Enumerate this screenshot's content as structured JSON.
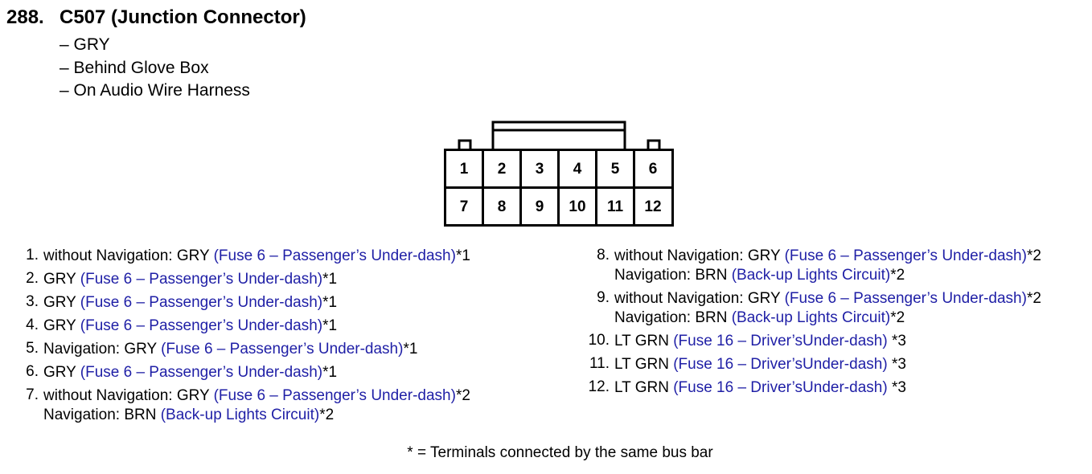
{
  "header": {
    "number": "288.",
    "title": "C507 (Junction Connector)",
    "details": [
      "– GRY",
      "– Behind Glove Box",
      "– On Audio Wire Harness"
    ]
  },
  "connector": {
    "top_row": [
      "1",
      "2",
      "3",
      "4",
      "5",
      "6"
    ],
    "bottom_row": [
      "7",
      "8",
      "9",
      "10",
      "11",
      "12"
    ]
  },
  "terminals_left": [
    {
      "num": "1.",
      "lines": [
        {
          "text": "without Navigation: GRY ",
          "ref": "(Fuse 6 – Passenger’s Under-dash)",
          "note": "*1"
        }
      ]
    },
    {
      "num": "2.",
      "lines": [
        {
          "text": "GRY ",
          "ref": "(Fuse 6 – Passenger’s Under-dash)",
          "note": "*1"
        }
      ]
    },
    {
      "num": "3.",
      "lines": [
        {
          "text": "GRY ",
          "ref": "(Fuse 6 – Passenger’s Under-dash)",
          "note": "*1"
        }
      ]
    },
    {
      "num": "4.",
      "lines": [
        {
          "text": "GRY ",
          "ref": "(Fuse 6 – Passenger’s Under-dash)",
          "note": "*1"
        }
      ]
    },
    {
      "num": "5.",
      "lines": [
        {
          "text": "Navigation: GRY ",
          "ref": "(Fuse 6 – Passenger’s Under-dash)",
          "note": "*1"
        }
      ]
    },
    {
      "num": "6.",
      "lines": [
        {
          "text": "GRY ",
          "ref": "(Fuse 6 – Passenger’s Under-dash)",
          "note": "*1"
        }
      ]
    },
    {
      "num": "7.",
      "lines": [
        {
          "text": "without Navigation: GRY ",
          "ref": "(Fuse 6 – Passenger’s Under-dash)",
          "note": "*2"
        },
        {
          "text": "Navigation: BRN ",
          "ref": "(Back-up Lights Circuit)",
          "note": "*2"
        }
      ]
    }
  ],
  "terminals_right": [
    {
      "num": "8.",
      "lines": [
        {
          "text": "without Navigation: GRY ",
          "ref": "(Fuse 6 – Passenger’s Under-dash)",
          "note": "*2"
        },
        {
          "text": "Navigation: BRN ",
          "ref": "(Back-up Lights Circuit)",
          "note": "*2"
        }
      ]
    },
    {
      "num": "9.",
      "lines": [
        {
          "text": "without Navigation: GRY ",
          "ref": "(Fuse 6 – Passenger’s Under-dash)",
          "note": "*2"
        },
        {
          "text": "Navigation: BRN ",
          "ref": "(Back-up Lights Circuit)",
          "note": "*2"
        }
      ]
    },
    {
      "num": "10.",
      "lines": [
        {
          "text": "LT GRN ",
          "ref": "(Fuse 16 – Driver’sUnder-dash)",
          "note": " *3"
        }
      ]
    },
    {
      "num": "11.",
      "lines": [
        {
          "text": "LT GRN ",
          "ref": "(Fuse 16 – Driver’sUnder-dash)",
          "note": " *3"
        }
      ]
    },
    {
      "num": "12.",
      "lines": [
        {
          "text": "LT GRN ",
          "ref": "(Fuse 16 – Driver’sUnder-dash)",
          "note": " *3"
        }
      ]
    }
  ],
  "footnote": "* = Terminals connected by the same bus bar",
  "colors": {
    "reference": "#1f1fa6",
    "text": "#000000"
  }
}
